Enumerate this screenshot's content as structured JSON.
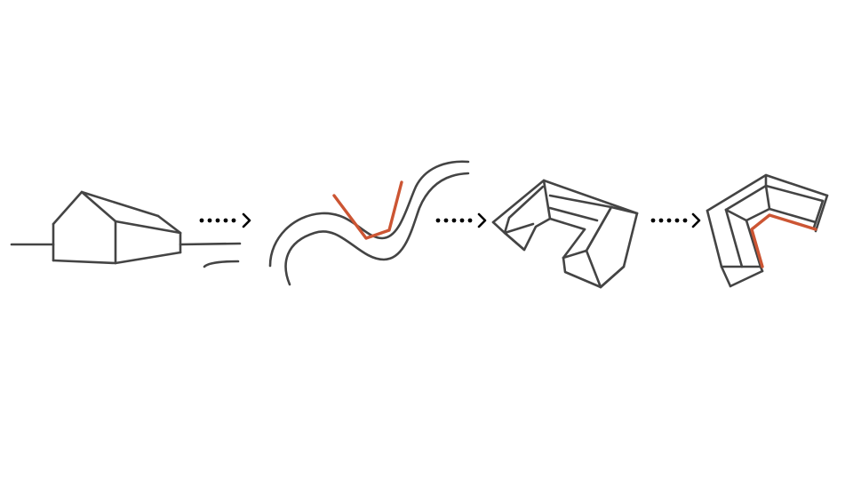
{
  "diagram": {
    "colors": {
      "line": "#444444",
      "accent": "#cc5533",
      "arrow": "#000000",
      "background": "#ffffff"
    },
    "stages": [
      {
        "id": "house",
        "icon": "house-sketch-icon"
      },
      {
        "id": "curve",
        "icon": "curved-band-icon",
        "highlight": "accent"
      },
      {
        "id": "u-shape",
        "icon": "u-shaped-building-icon"
      },
      {
        "id": "l-shape",
        "icon": "l-shaped-building-icon",
        "highlight": "accent"
      }
    ],
    "connectors": [
      {
        "from": "house",
        "to": "curve",
        "style": "dotted-arrow"
      },
      {
        "from": "curve",
        "to": "u-shape",
        "style": "dotted-arrow"
      },
      {
        "from": "u-shape",
        "to": "l-shape",
        "style": "dotted-arrow"
      }
    ]
  }
}
